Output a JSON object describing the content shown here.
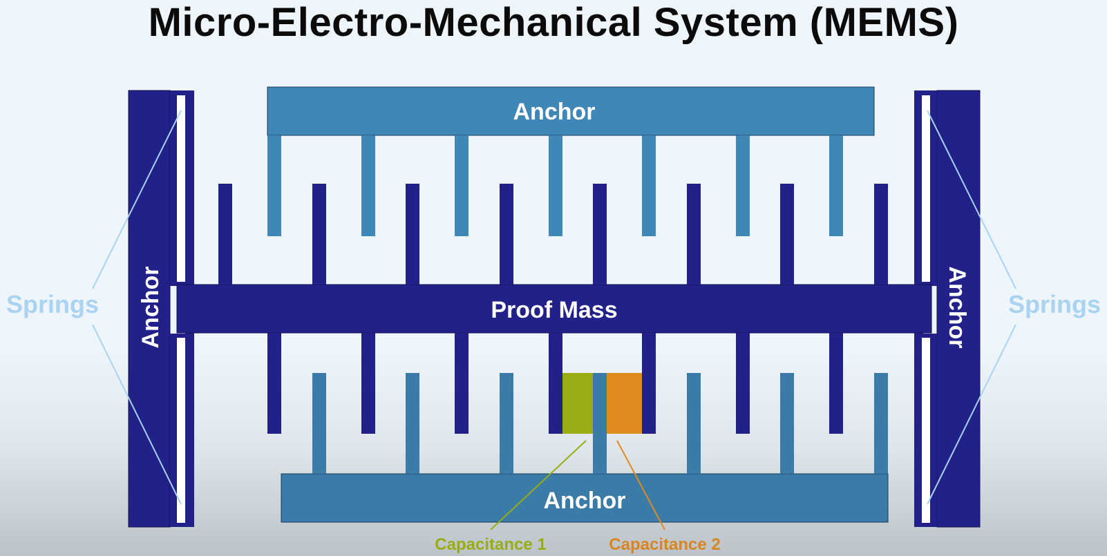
{
  "title": "Micro-Electro-Mechanical System (MEMS)",
  "labels": {
    "anchor_top": "Anchor",
    "anchor_bottom": "Anchor",
    "anchor_left": "Anchor",
    "anchor_right": "Anchor",
    "proof_mass": "Proof Mass",
    "springs_left": "Springs",
    "springs_right": "Springs",
    "capacitance_1": "Capacitance 1",
    "capacitance_2": "Capacitance 2"
  },
  "colors": {
    "anchor_light": "#3f87b6",
    "proof_mass": "#22218a",
    "capacitance_1": "#98ad13",
    "capacitance_2": "#e08a1f",
    "springs_label": "#a9d3f1"
  }
}
